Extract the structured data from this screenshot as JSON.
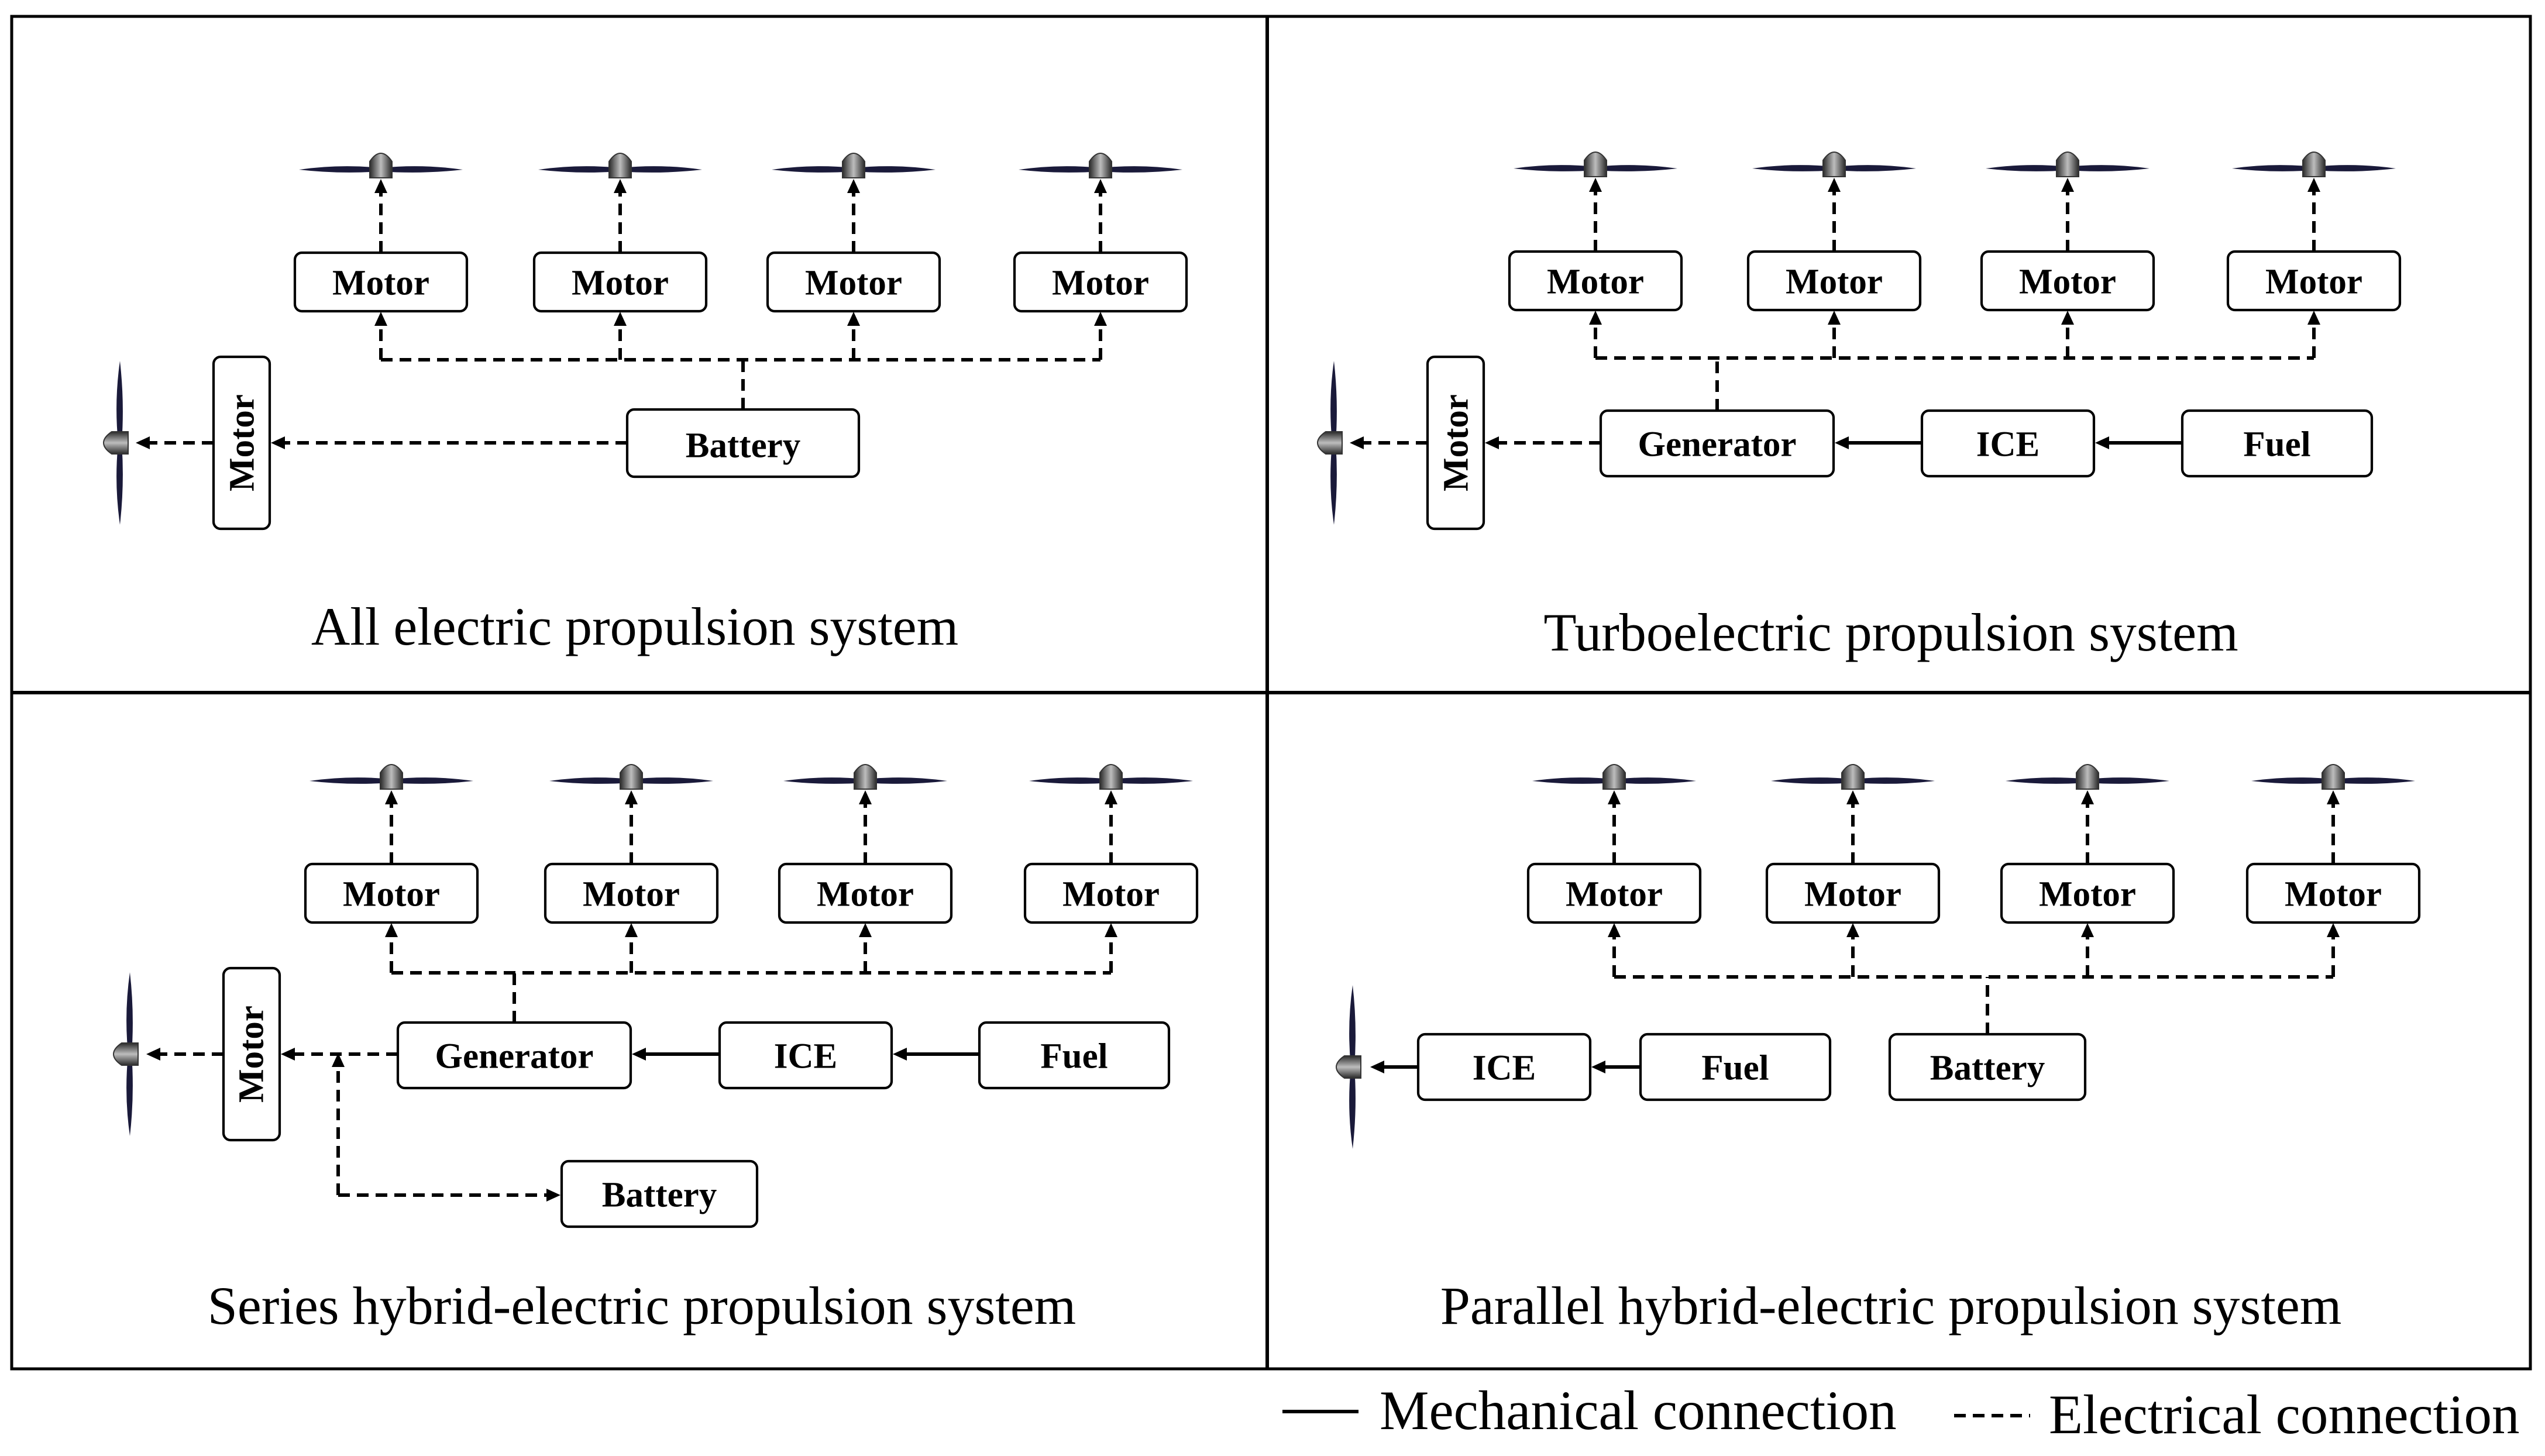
{
  "panels": [
    {
      "caption": "All electric propulsion system",
      "boxes": [
        {
          "id": "m1",
          "label": "Motor"
        },
        {
          "id": "m2",
          "label": "Motor"
        },
        {
          "id": "m3",
          "label": "Motor"
        },
        {
          "id": "m4",
          "label": "Motor"
        },
        {
          "id": "ms",
          "label": "Motor",
          "vertical": true
        },
        {
          "id": "bat",
          "label": "Battery"
        }
      ],
      "connections": [
        {
          "type": "electrical",
          "from": "Battery",
          "to": "Motor"
        },
        {
          "type": "electrical",
          "from": "Battery",
          "to": "Motors"
        },
        {
          "type": "electrical",
          "from": "Motor",
          "to": "Propeller"
        }
      ]
    },
    {
      "caption": "Turboelectric propulsion system",
      "boxes": [
        {
          "id": "m1",
          "label": "Motor"
        },
        {
          "id": "m2",
          "label": "Motor"
        },
        {
          "id": "m3",
          "label": "Motor"
        },
        {
          "id": "m4",
          "label": "Motor"
        },
        {
          "id": "ms",
          "label": "Motor",
          "vertical": true
        },
        {
          "id": "gen",
          "label": "Generator"
        },
        {
          "id": "ice",
          "label": "ICE"
        },
        {
          "id": "fuel",
          "label": "Fuel"
        }
      ],
      "connections": [
        {
          "type": "mechanical",
          "from": "Fuel",
          "to": "ICE"
        },
        {
          "type": "mechanical",
          "from": "ICE",
          "to": "Generator"
        },
        {
          "type": "electrical",
          "from": "Generator",
          "to": "Motor"
        },
        {
          "type": "electrical",
          "from": "Generator",
          "to": "Motors"
        },
        {
          "type": "electrical",
          "from": "Motor",
          "to": "Propeller"
        }
      ]
    },
    {
      "caption": "Series hybrid-electric propulsion system",
      "boxes": [
        {
          "id": "m1",
          "label": "Motor"
        },
        {
          "id": "m2",
          "label": "Motor"
        },
        {
          "id": "m3",
          "label": "Motor"
        },
        {
          "id": "m4",
          "label": "Motor"
        },
        {
          "id": "ms",
          "label": "Motor",
          "vertical": true
        },
        {
          "id": "gen",
          "label": "Generator"
        },
        {
          "id": "ice",
          "label": "ICE"
        },
        {
          "id": "fuel",
          "label": "Fuel"
        },
        {
          "id": "bat",
          "label": "Battery"
        }
      ],
      "connections": [
        {
          "type": "mechanical",
          "from": "Fuel",
          "to": "ICE"
        },
        {
          "type": "mechanical",
          "from": "ICE",
          "to": "Generator"
        },
        {
          "type": "electrical",
          "from": "Generator",
          "to": "Motor"
        },
        {
          "type": "electrical",
          "from": "Generator",
          "to": "Motors"
        },
        {
          "type": "electrical",
          "from": "Battery",
          "to": "Motor"
        },
        {
          "type": "electrical",
          "from": "Generator",
          "to": "Battery"
        },
        {
          "type": "electrical",
          "from": "Motor",
          "to": "Propeller"
        }
      ]
    },
    {
      "caption": "Parallel hybrid-electric propulsion system",
      "boxes": [
        {
          "id": "m1",
          "label": "Motor"
        },
        {
          "id": "m2",
          "label": "Motor"
        },
        {
          "id": "m3",
          "label": "Motor"
        },
        {
          "id": "m4",
          "label": "Motor"
        },
        {
          "id": "ice",
          "label": "ICE"
        },
        {
          "id": "fuel",
          "label": "Fuel"
        },
        {
          "id": "bat",
          "label": "Battery"
        }
      ],
      "connections": [
        {
          "type": "mechanical",
          "from": "Fuel",
          "to": "ICE"
        },
        {
          "type": "mechanical",
          "from": "ICE",
          "to": "Propeller"
        },
        {
          "type": "electrical",
          "from": "Battery",
          "to": "Motors"
        }
      ]
    }
  ],
  "legend": {
    "mechanical_label": "Mechanical connection",
    "electrical_label": "Electrical connection"
  },
  "icons": {
    "propeller": "propeller-icon",
    "arrow": "arrowhead-icon"
  },
  "colors": {
    "line": "#000000",
    "box_fill": "#ffffff",
    "propeller_blade": "#1a1a3a",
    "propeller_hub": "#7a7a7a"
  }
}
